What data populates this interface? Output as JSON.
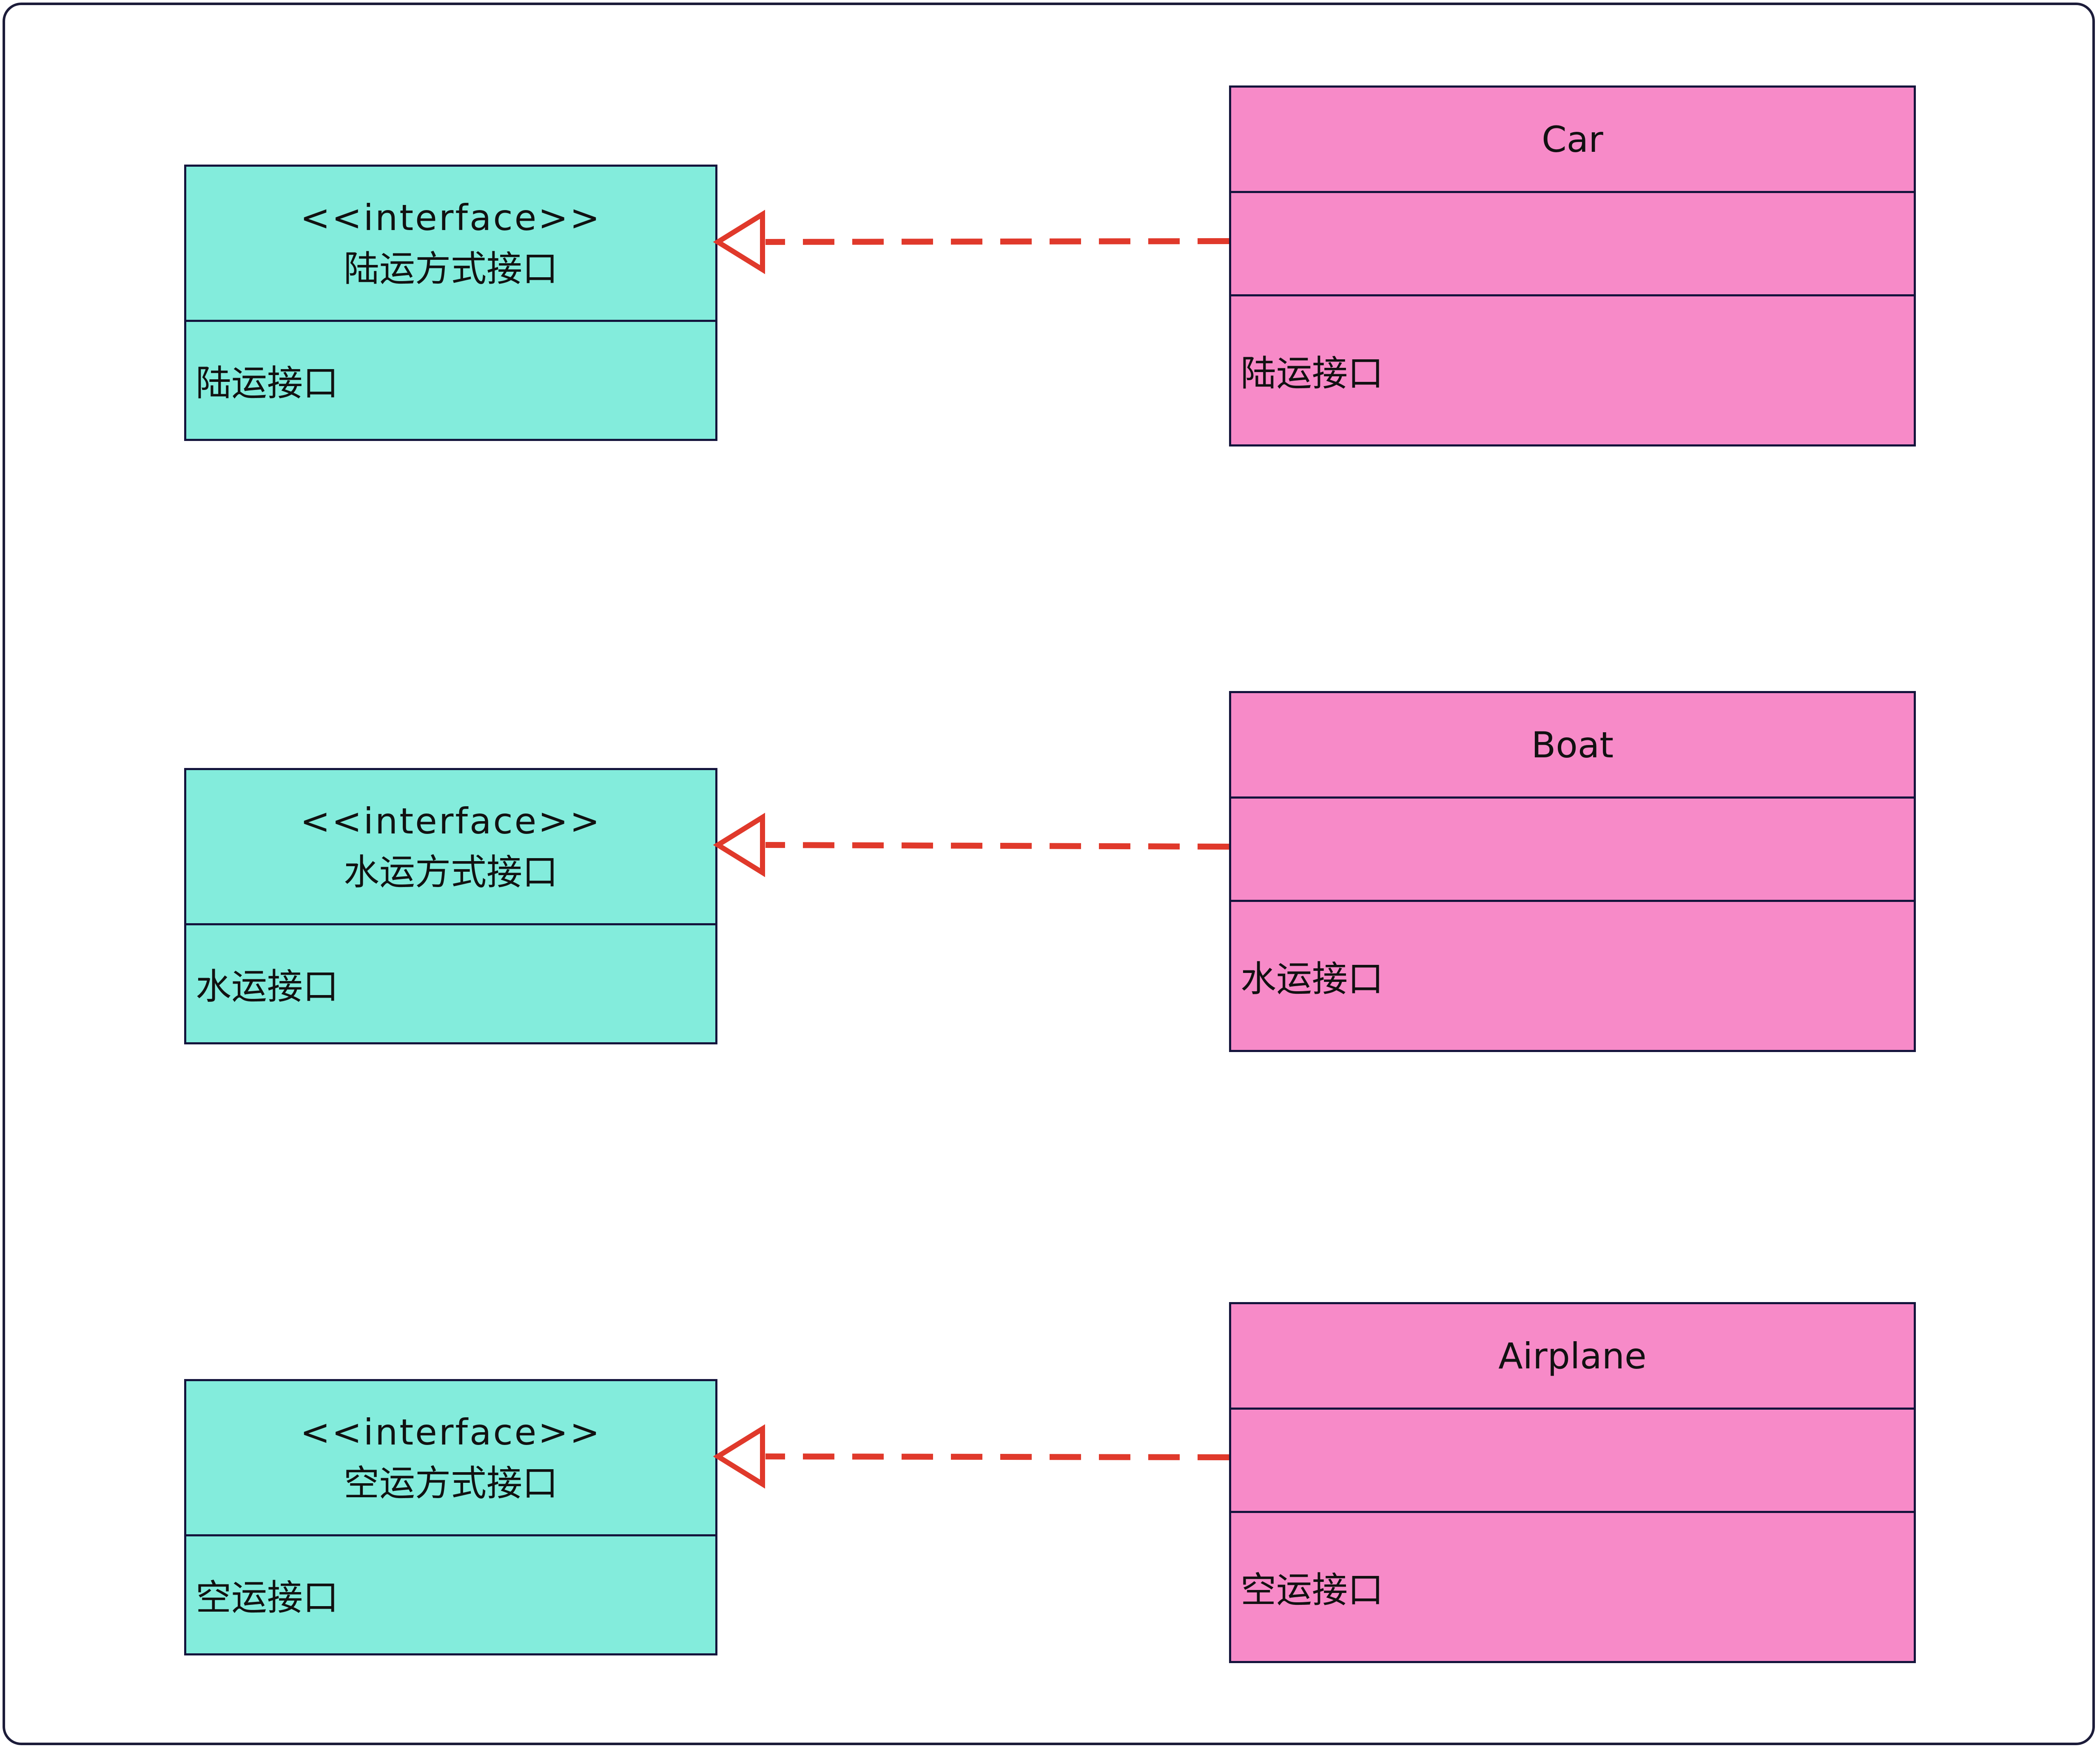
{
  "diagram": {
    "interfaces": [
      {
        "stereotype": "<<interface>>",
        "name": "陆运方式接口",
        "method": "陆运接口"
      },
      {
        "stereotype": "<<interface>>",
        "name": "水运方式接口",
        "method": "水运接口"
      },
      {
        "stereotype": "<<interface>>",
        "name": "空运方式接口",
        "method": "空运接口"
      }
    ],
    "classes": [
      {
        "name": "Car",
        "attributes": "",
        "method": "陆运接口"
      },
      {
        "name": "Boat",
        "attributes": "",
        "method": "水运接口"
      },
      {
        "name": "Airplane",
        "attributes": "",
        "method": "空运接口"
      }
    ],
    "relations": [
      {
        "from": "Car",
        "to": "陆运方式接口",
        "type": "realization"
      },
      {
        "from": "Boat",
        "to": "水运方式接口",
        "type": "realization"
      },
      {
        "from": "Airplane",
        "to": "空运方式接口",
        "type": "realization"
      }
    ],
    "colors": {
      "interface_fill": "#83ecdc",
      "class_fill": "#f78ac8",
      "border": "#14143c",
      "arrow": "#e0392b"
    }
  }
}
